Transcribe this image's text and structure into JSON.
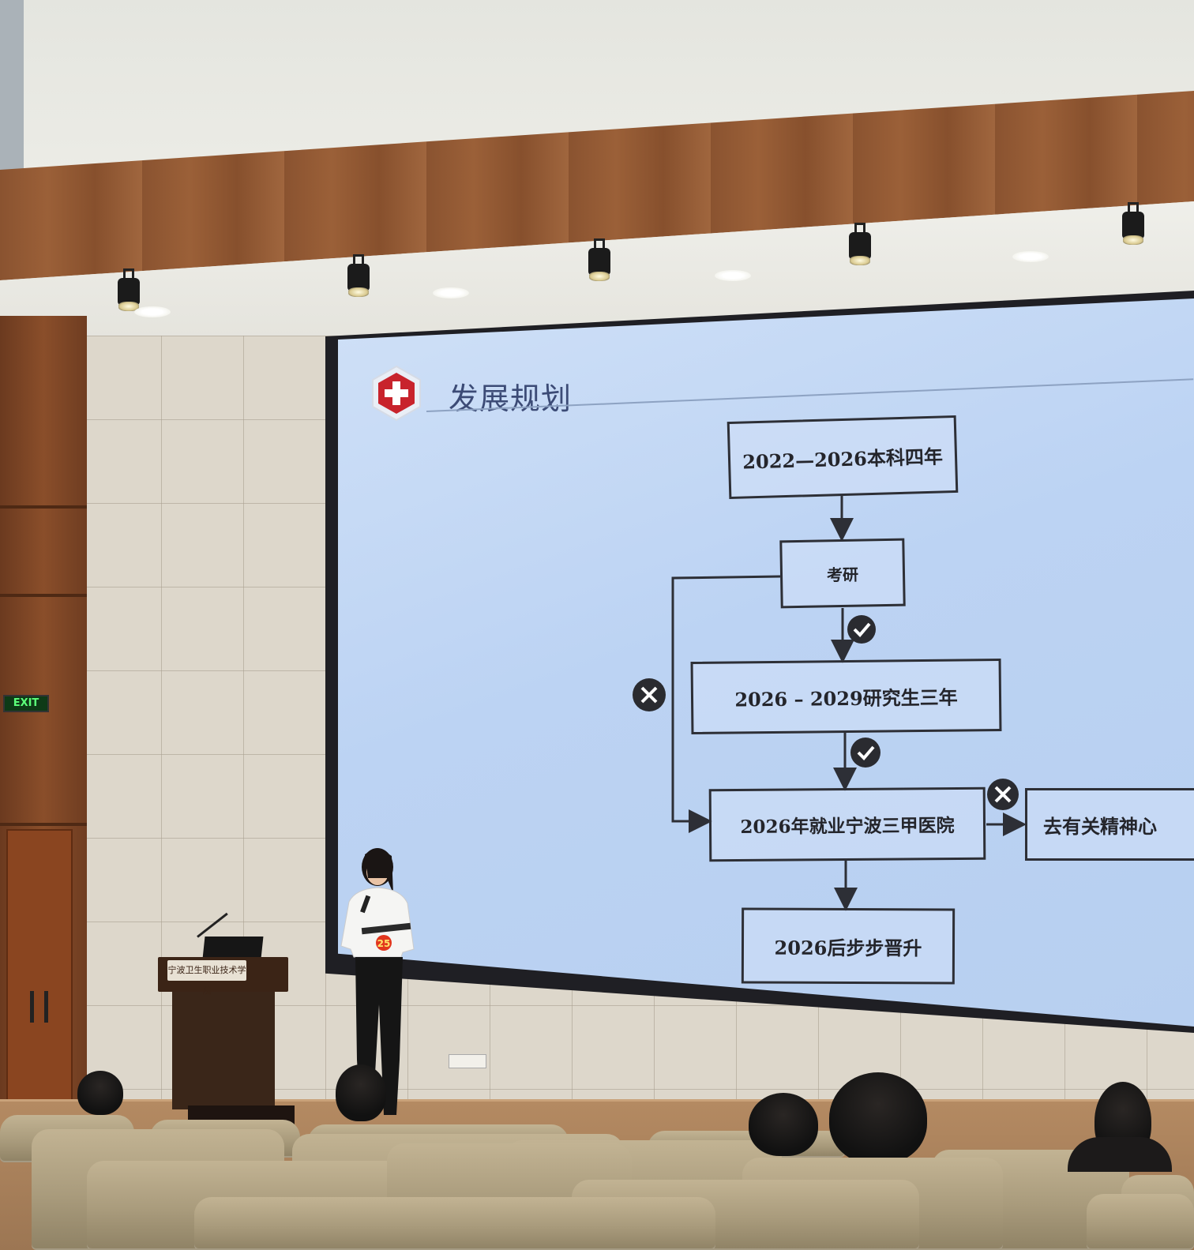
{
  "slide": {
    "title": "发展规划",
    "logo_icon": "red-cross-hexagon-icon"
  },
  "flowchart": {
    "nodes": [
      {
        "id": "n1",
        "label": "2022—2026本科四年"
      },
      {
        "id": "n2",
        "label": "考研"
      },
      {
        "id": "n3",
        "label": "2026 – 2029研究生三年"
      },
      {
        "id": "n4",
        "label": "2026年就业宁波三甲医院"
      },
      {
        "id": "n5",
        "label": "去有关精神心"
      },
      {
        "id": "n6",
        "label": "2026后步步晋升"
      }
    ],
    "markers": [
      {
        "on": "n2→n3",
        "icon": "check-circle-icon"
      },
      {
        "on": "n3→n4",
        "icon": "check-circle-icon"
      },
      {
        "on": "n2→n4",
        "icon": "x-circle-icon"
      },
      {
        "on": "n4→n5",
        "icon": "x-circle-icon"
      }
    ]
  },
  "room": {
    "exit_sign": "EXIT",
    "podium_plaque": "宁波卫生职业技术学院",
    "presenter_badge": "25"
  },
  "colors": {
    "screen_bg": "#bcd3f3",
    "title_text": "#3c4b76",
    "box_border": "#2d2f36",
    "logo_red": "#c8232c",
    "wood": "#8a5330"
  }
}
